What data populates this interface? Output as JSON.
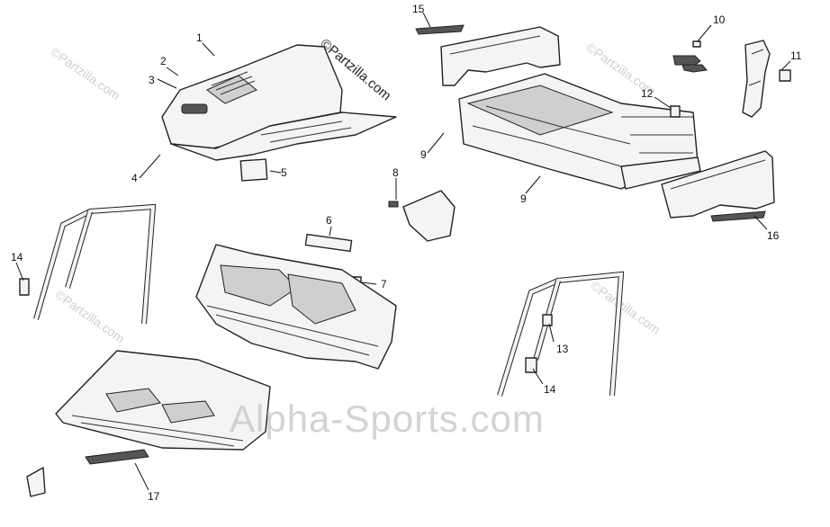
{
  "callouts": [
    "1",
    "2",
    "3",
    "4",
    "5",
    "6",
    "7",
    "8",
    "9",
    "9",
    "10",
    "11",
    "12",
    "13",
    "14",
    "14",
    "15",
    "16",
    "17"
  ],
  "watermarks": {
    "partzilla_diag": "©Partzilla.com",
    "partzilla_dark": "©Partzilla.com",
    "alpha_sports": "Alpha-Sports.com"
  },
  "colors": {
    "line": "#222222",
    "fill": "#f4f4f4",
    "watermark": "#c8c8c8"
  }
}
